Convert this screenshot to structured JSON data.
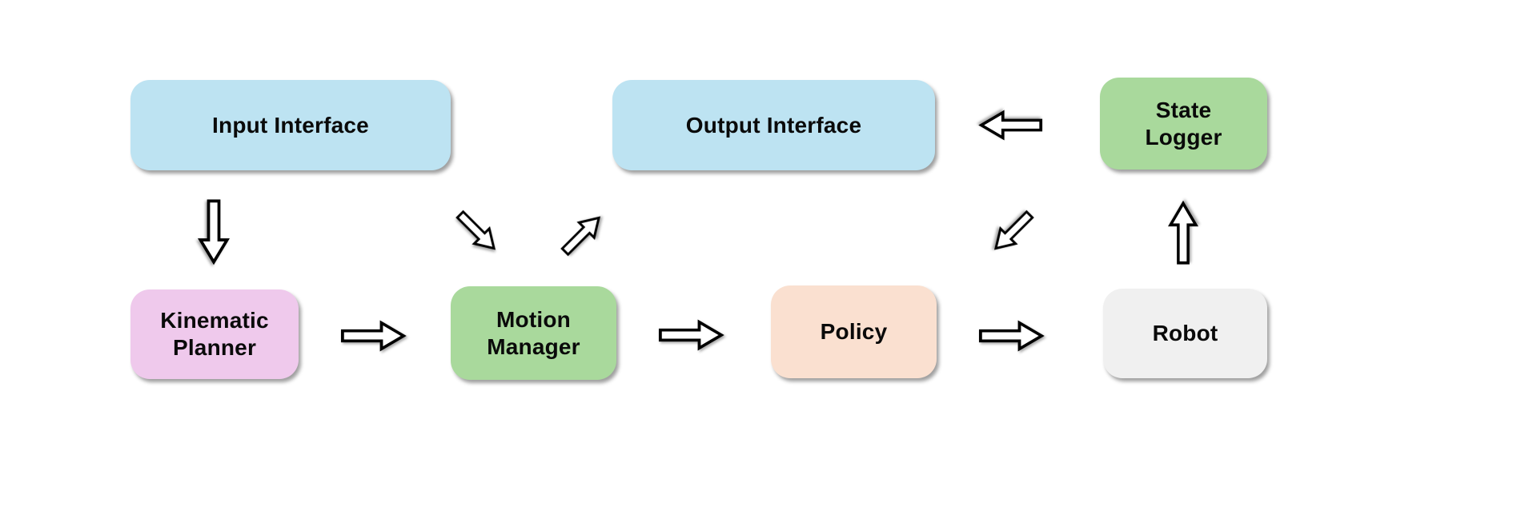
{
  "diagram": {
    "title": "",
    "background_color": "#ffffff",
    "text_color": "#0a0a0a",
    "arrow_style": {
      "fill": "#ffffff",
      "stroke": "#000000"
    },
    "nodes": [
      {
        "id": "input-interface",
        "label": "Input Interface",
        "color": "#BDE3F2"
      },
      {
        "id": "output-interface",
        "label": "Output Interface",
        "color": "#BDE3F2"
      },
      {
        "id": "state-logger",
        "label": "State Logger",
        "color": "#A9D99C"
      },
      {
        "id": "kinematic-planner",
        "label": "Kinematic Planner",
        "color": "#EFC9EC"
      },
      {
        "id": "motion-manager",
        "label": "Motion Manager",
        "color": "#A9D99C"
      },
      {
        "id": "policy",
        "label": "Policy",
        "color": "#FAE0D0"
      },
      {
        "id": "robot",
        "label": "Robot",
        "color": "#F0F0F0"
      }
    ],
    "edges": [
      {
        "from": "input-interface",
        "to": "kinematic-planner",
        "direction": "down"
      },
      {
        "from": "kinematic-planner",
        "to": "motion-manager",
        "direction": "right"
      },
      {
        "from": "input-interface",
        "to": "motion-manager",
        "direction": "down-right"
      },
      {
        "from": "motion-manager",
        "to": "output-interface",
        "direction": "up-right"
      },
      {
        "from": "motion-manager",
        "to": "policy",
        "direction": "right"
      },
      {
        "from": "policy",
        "to": "robot",
        "direction": "right"
      },
      {
        "from": "robot",
        "to": "state-logger",
        "direction": "up"
      },
      {
        "from": "state-logger",
        "to": "output-interface",
        "direction": "left"
      },
      {
        "from": "state-logger",
        "to": "policy",
        "direction": "down-left"
      }
    ]
  }
}
